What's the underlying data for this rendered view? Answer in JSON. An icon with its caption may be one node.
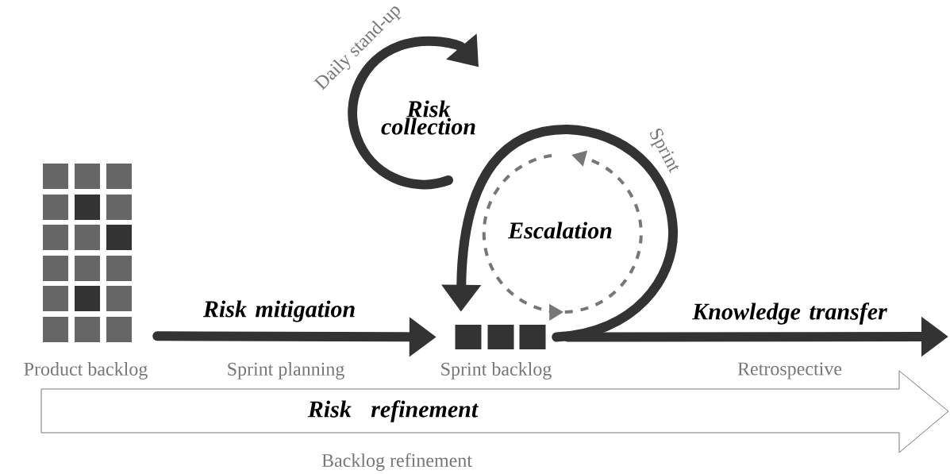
{
  "diagram": {
    "nodes": [
      {
        "text": [],
        "shape": "picture"
      },
      {
        "text": [],
        "shape": "picture"
      },
      {
        "text": [
          "Risk collection"
        ]
      },
      {
        "text": [
          "Escalation"
        ]
      },
      {
        "text": [
          "Risk refinement"
        ]
      }
    ],
    "edges": [
      {
        "from": 0,
        "to": 1,
        "arrow": "to",
        "label": "Risk mitigation"
      },
      {
        "from": 1,
        "to": null,
        "arrow": "to",
        "label": "Knowledge transfer"
      },
      {
        "from": 1,
        "to": 1,
        "arrow": "to",
        "label": "Sprint"
      },
      {
        "from": 2,
        "to": 2,
        "arrow": "to",
        "label": "Daily stand-up"
      },
      {
        "from": 3,
        "to": 3,
        "arrow": "to",
        "style": "dashed",
        "color": "#777777"
      }
    ],
    "labels": [
      "Product backlog",
      "Sprint planning",
      "Sprint backlog",
      "Retrospective",
      "Backlog refinement"
    ]
  }
}
